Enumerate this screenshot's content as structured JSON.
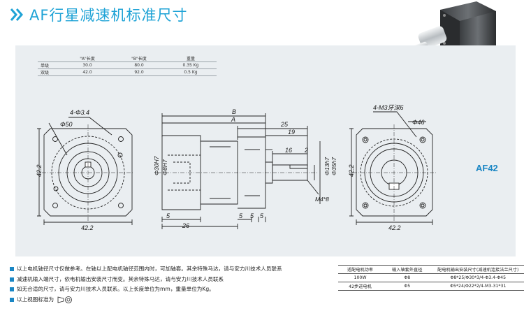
{
  "header": {
    "title": "AF行星减速机标准尺寸"
  },
  "spec_table": {
    "columns": [
      "",
      "\"A\"长度",
      "\"B\"长度",
      "重量"
    ],
    "rows": [
      [
        "单级",
        "30.0",
        "80.0",
        "0.35 Kg"
      ],
      [
        "双级",
        "42.0",
        "92.0",
        "0.5 Kg"
      ]
    ]
  },
  "model": "AF42",
  "drawing": {
    "left": {
      "bolt": "4-Φ3.4",
      "bolt_circle": "Φ50",
      "width": "42.2",
      "height": "42.2"
    },
    "side": {
      "B": "B",
      "A": "A",
      "d25": "25",
      "d19": "19",
      "d16": "16",
      "d2": "2",
      "bore1": "Φ30H7",
      "bore2": "Φ8H7",
      "shaft1": "Φ13h7",
      "shaft2": "Φ35h7",
      "thread": "M4*8",
      "d5a": "5",
      "d26": "26",
      "d5b": "5",
      "d5c": "5",
      "d5d": "5"
    },
    "right": {
      "tap": "4-M3牙深6",
      "bolt_circle": "Φ46",
      "width": "42.2",
      "height": "42.2"
    }
  },
  "notes": [
    "以上电机轴径尺寸仅做参考。在轴以上配电机轴径范围内时，可加轴套。其余特殊马达，请与安力川技术人员联系",
    "减速机输入端尺寸，依电机输出安装尺寸而变。其余特殊马达，请与安力川技术人员联系",
    "如无合适的尺寸，请与安力川技术人员联系。以上长度单位为mm，重量单位为Kg。",
    "以上视图标准为"
  ],
  "adapter_table": {
    "columns": [
      "适配电机功率",
      "输入轴套外直径",
      "配电机输出安装尺寸(减速机连接法兰尺寸)"
    ],
    "rows": [
      [
        "100W",
        "Φ8",
        "Φ8*25/Φ30*3/4-Φ3.4-Φ45"
      ],
      [
        "42步进电机",
        "Φ5",
        "Φ5*24/Φ22*2/4-M3-31*31"
      ]
    ]
  },
  "colors": {
    "accent": "#1fa3d6",
    "model": "#1a86c4",
    "panel": "#eaeef1"
  }
}
